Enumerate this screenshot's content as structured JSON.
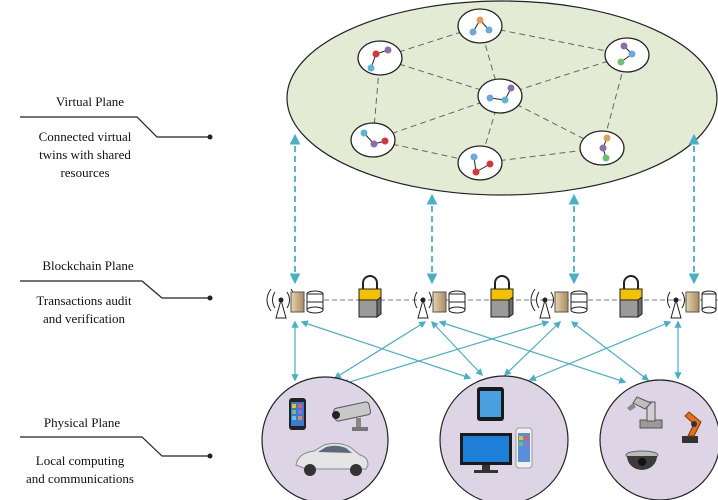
{
  "planes": [
    {
      "title": "Virtual Plane",
      "desc_lines": [
        "Connected virtual",
        "twins with shared",
        "resources"
      ]
    },
    {
      "title": "Blockchain Plane",
      "desc_lines": [
        "Transactions audit",
        "and verification"
      ]
    },
    {
      "title": "Physical Plane",
      "desc_lines": [
        "Local computing",
        "and communications"
      ]
    }
  ],
  "colors": {
    "virtual_plane_fill": "#e3ebd5",
    "physical_node_fill": "#ddd5e6",
    "link_color": "#4aafc4",
    "mesh_line_color": "#666666",
    "lock_yellow": "#f2c200",
    "dot_colors": [
      "#6aa9d9",
      "#e0a05a",
      "#d9343a",
      "#6fbf73",
      "#8a6fa8",
      "#5fb3d6"
    ]
  },
  "icons": {
    "virtual_twin": "twin-node-icon",
    "blockchain_node": "antenna-server-database-icon",
    "lock": "padlock-box-icon",
    "devices_left": [
      "smartphone-icon",
      "cctv-camera-icon",
      "car-icon"
    ],
    "devices_center": [
      "tablet-icon",
      "monitor-icon",
      "phone-icon"
    ],
    "devices_right": [
      "robot-arm-icon",
      "industrial-robot-icon",
      "dome-camera-icon"
    ]
  }
}
